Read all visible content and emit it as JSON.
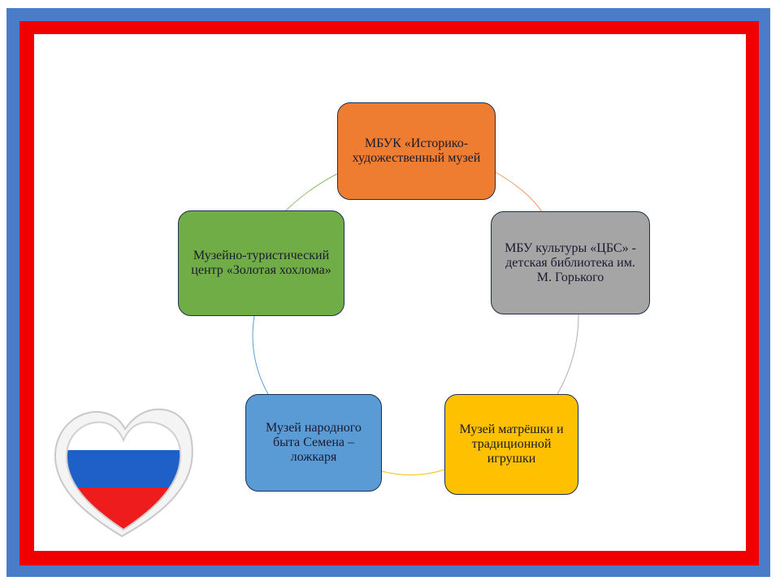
{
  "diagram": {
    "nodes": [
      {
        "id": "node-1",
        "label": "МБУК «Историко-художественный музей",
        "color": "#ef7d31"
      },
      {
        "id": "node-2",
        "label": "МБУ культуры «ЦБС» - детская библиотека им. М. Горького",
        "color": "#a5a5a5"
      },
      {
        "id": "node-3",
        "label": "Музей матрёшки и традиционной игрушки",
        "color": "#ffc000"
      },
      {
        "id": "node-4",
        "label": "Музей народного быта Семена – ложкаря",
        "color": "#5b9bd5"
      },
      {
        "id": "node-5",
        "label": "Музейно-туристический центр «Золотая хохлома»",
        "color": "#70ad47"
      }
    ]
  },
  "colors": {
    "outer_border": "#4a7cc9",
    "inner_border": "#f00000",
    "flag_white": "#ffffff",
    "flag_blue": "#1e5fc8",
    "flag_red": "#ee1c1c"
  },
  "decoration": {
    "icon": "heart-russian-flag-icon"
  }
}
